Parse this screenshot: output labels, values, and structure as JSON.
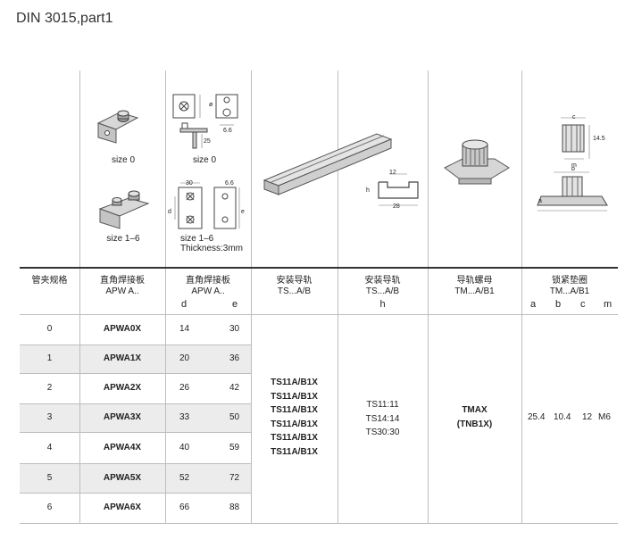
{
  "title": "DIN 3015,part1",
  "images": {
    "apwa_small_label": "size 0",
    "apwa_large_label": "size 1–6",
    "dim_small_label": "size 0",
    "dim_large_label": "size 1–6",
    "thickness_label": "Thickness:3mm",
    "dims_small": [
      "6.6",
      "ø",
      "25"
    ],
    "dims_large": [
      "30",
      "6.6",
      "d",
      "e"
    ],
    "rail_dims": [
      "12",
      "h",
      "28"
    ],
    "washer_dims": [
      "c",
      "14.5",
      "m",
      "b",
      "a"
    ]
  },
  "headers": {
    "col1": "管夹规格",
    "col2_cn": "直角焊接板",
    "col2_en": "APW A..",
    "col3_cn": "直角焊接板",
    "col3_en": "APW A..",
    "col3_d": "d",
    "col3_e": "e",
    "col4_cn": "安装导轨",
    "col4_en": "TS...A/B",
    "col5_cn": "安装导轨",
    "col5_en": "TS...A/B",
    "col5_h": "h",
    "col6_cn": "导轨螺母",
    "col6_en": "TM...A/B1",
    "col7_cn": "锁紧垫圈",
    "col7_en": "TM...A/B1",
    "col7_a": "a",
    "col7_b": "b",
    "col7_c": "c",
    "col7_m": "m"
  },
  "rows": [
    {
      "size": "0",
      "code": "APWA0X",
      "d": "14",
      "e": "30"
    },
    {
      "size": "1",
      "code": "APWA1X",
      "d": "20",
      "e": "36"
    },
    {
      "size": "2",
      "code": "APWA2X",
      "d": "26",
      "e": "42"
    },
    {
      "size": "3",
      "code": "APWA3X",
      "d": "33",
      "e": "50"
    },
    {
      "size": "4",
      "code": "APWA4X",
      "d": "40",
      "e": "59"
    },
    {
      "size": "5",
      "code": "APWA5X",
      "d": "52",
      "e": "72"
    },
    {
      "size": "6",
      "code": "APWA6X",
      "d": "66",
      "e": "88"
    }
  ],
  "rail_codes": [
    "TS11A/B1X",
    "TS11A/B1X",
    "TS11A/B1X",
    "TS11A/B1X",
    "TS11A/B1X",
    "TS11A/B1X"
  ],
  "rail_h": [
    "TS11:11",
    "TS14:14",
    "TS30:30"
  ],
  "nut": {
    "line1": "TMAX",
    "line2": "(TNB1X)"
  },
  "washer": {
    "a": "25.4",
    "b": "10.4",
    "c": "12",
    "m": "M6"
  }
}
